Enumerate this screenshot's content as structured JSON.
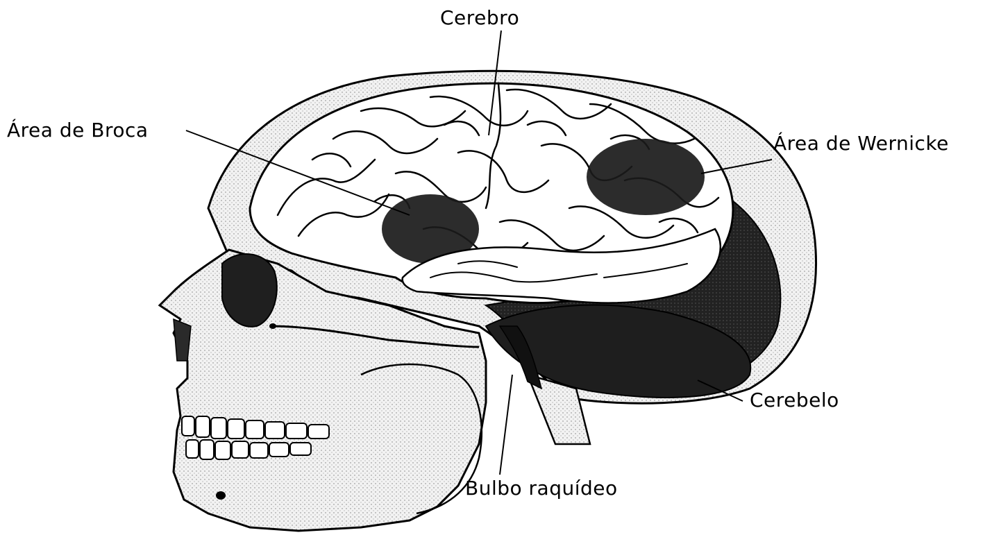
{
  "labels": {
    "cerebro": "Cerebro",
    "broca": "Área de Broca",
    "wernicke": "Área de Wernicke",
    "cerebelo": "Cerebelo",
    "bulbo": "Bulbo raquídeo"
  },
  "colors": {
    "ink": "#000000",
    "paper": "#ffffff",
    "shade": "#1a1a1a"
  }
}
